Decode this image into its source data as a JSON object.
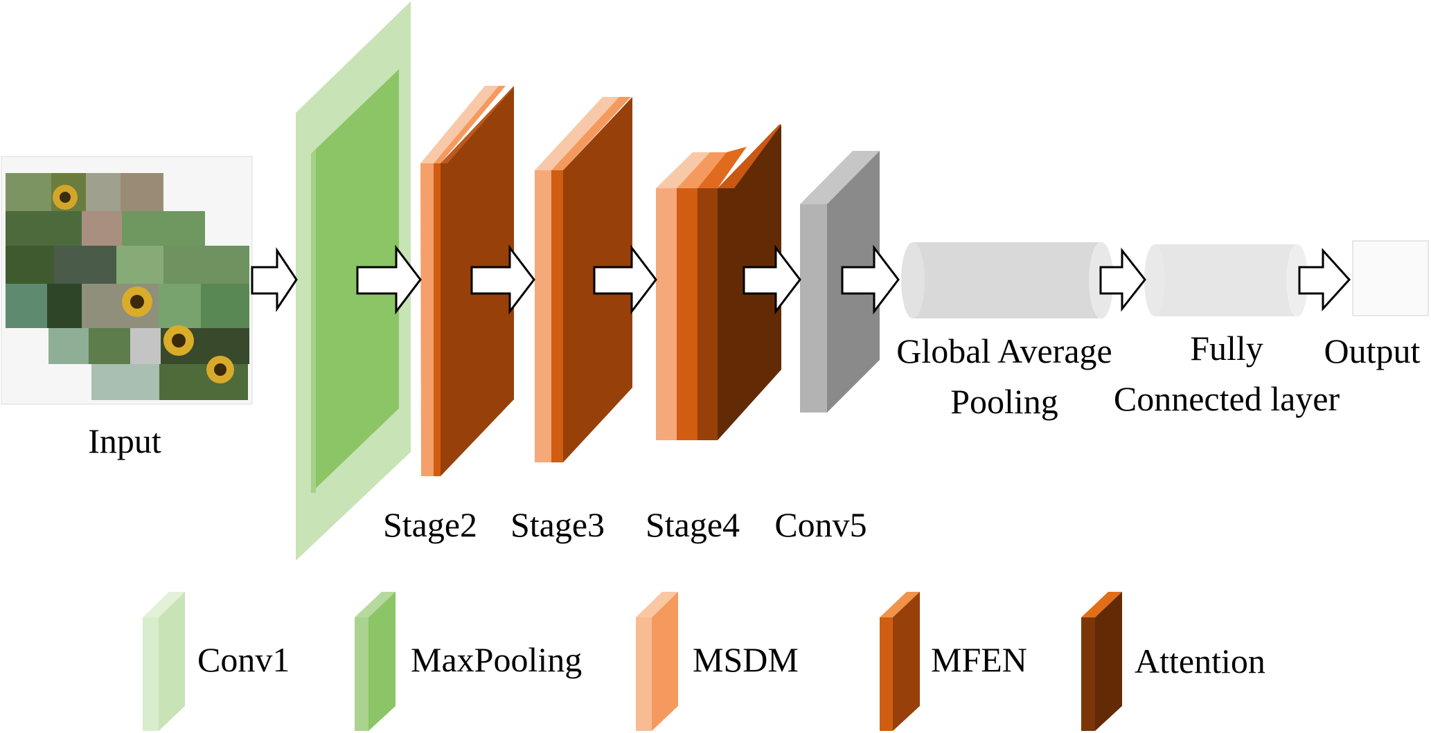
{
  "input": {
    "label": "Input"
  },
  "stages": [
    {
      "id": "stage2",
      "label": "Stage2"
    },
    {
      "id": "stage3",
      "label": "Stage3"
    },
    {
      "id": "stage4",
      "label": "Stage4"
    },
    {
      "id": "conv5",
      "label": "Conv5"
    }
  ],
  "gap": {
    "label_line1": "Global Average",
    "label_line2": "Pooling"
  },
  "fc": {
    "label_line1": "Fully",
    "label_line2": "Connected layer"
  },
  "output": {
    "label": "Output"
  },
  "legend": [
    {
      "id": "conv1",
      "label": "Conv1",
      "color": "#c8e3b6"
    },
    {
      "id": "maxpooling",
      "label": "MaxPooling",
      "color": "#8bc566"
    },
    {
      "id": "msdm",
      "label": "MSDM",
      "color": "#f59a5e"
    },
    {
      "id": "mfen",
      "label": "MFEN",
      "color": "#d05d12"
    },
    {
      "id": "attention",
      "label": "Attention",
      "color": "#622b06"
    }
  ],
  "colors": {
    "conv1": "#c8e3b6",
    "maxpooling": "#8bc566",
    "msdm": "#f59a5e",
    "mfen": "#d05d12",
    "stage_body": "#97400a",
    "attention": "#622b06",
    "conv5": "#8a8a8a",
    "gap": "#d9d9d9",
    "fc": "#e6e6e6",
    "output": "#fafafa"
  }
}
